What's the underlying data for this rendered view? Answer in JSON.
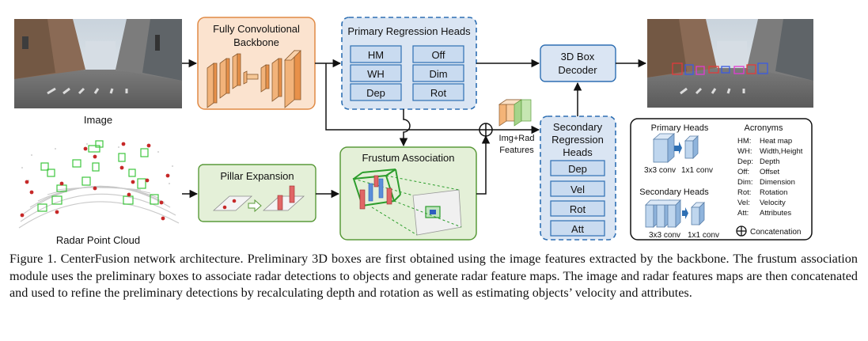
{
  "labels": {
    "image": "Image",
    "radar_point_cloud": "Radar Point Cloud",
    "backbone_line1": "Fully Convolutional",
    "backbone_line2": "Backbone",
    "primary_heads_title": "Primary Regression Heads",
    "primary_heads": [
      "HM",
      "Off",
      "WH",
      "Dim",
      "Dep",
      "Rot"
    ],
    "decoder_line1": "3D Box",
    "decoder_line2": "Decoder",
    "pillar_expansion": "Pillar Expansion",
    "frustum_association": "Frustum Association",
    "img_rad_line1": "Img+Rad",
    "img_rad_line2": "Features",
    "secondary_title_line1": "Secondary",
    "secondary_title_line2": "Regression",
    "secondary_title_line3": "Heads",
    "secondary_heads": [
      "Dep",
      "Vel",
      "Rot",
      "Att"
    ]
  },
  "legend": {
    "primary_title": "Primary Heads",
    "secondary_title": "Secondary Heads",
    "acronyms_title": "Acronyms",
    "conv3": "3x3 conv",
    "conv1": "1x1 conv",
    "concatenation": "Concatenation",
    "acronyms": [
      {
        "key": "HM:",
        "value": "Heat map"
      },
      {
        "key": "WH:",
        "value": "Width,Height"
      },
      {
        "key": "Dep:",
        "value": "Depth"
      },
      {
        "key": "Off:",
        "value": "Offset"
      },
      {
        "key": "Dim:",
        "value": "Dimension"
      },
      {
        "key": "Rot:",
        "value": "Rotation"
      },
      {
        "key": "Vel:",
        "value": "Velocity"
      },
      {
        "key": "Att:",
        "value": "Attributes"
      }
    ]
  },
  "caption": "Figure 1. CenterFusion network architecture. Preliminary 3D boxes are first obtained using the image features extracted by the backbone. The frustum association module uses the preliminary boxes to associate radar detections to objects and generate radar feature maps. The image and radar features maps are then concatenated and used to refine the preliminary detections by recalculating depth and rotation as well as estimating objects’ velocity and attributes.",
  "colors": {
    "backbone_fill": "#fbe3cf",
    "backbone_border": "#e08a45",
    "head_fill": "#dae5f3",
    "head_border": "#2e6fb3",
    "green_fill": "#e4f0d8",
    "green_border": "#5a9a3a",
    "conv_fill": "#bfd6ee"
  }
}
